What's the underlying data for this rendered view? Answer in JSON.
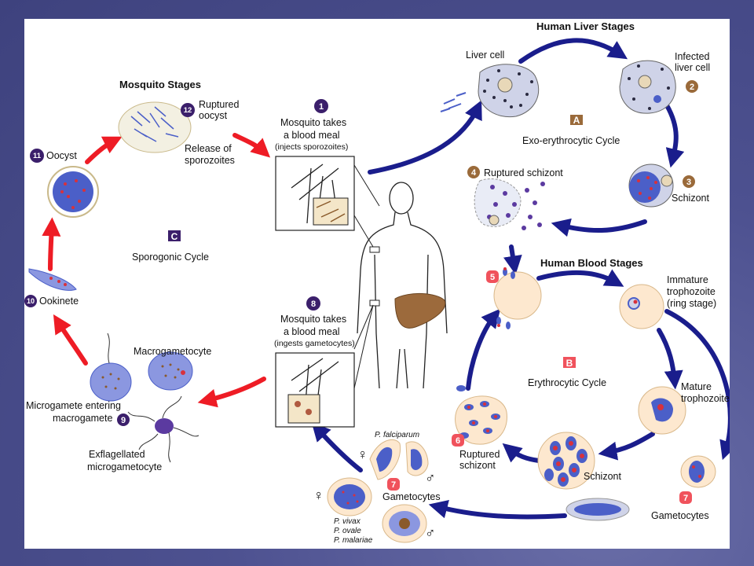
{
  "headings": {
    "mosquito": "Mosquito Stages",
    "liver": "Human Liver Stages",
    "blood": "Human Blood Stages"
  },
  "cycles": {
    "A": {
      "letter": "A",
      "name": "Exo-erythrocytic Cycle"
    },
    "B": {
      "letter": "B",
      "name": "Erythrocytic Cycle"
    },
    "C": {
      "letter": "C",
      "name": "Sporogonic Cycle"
    }
  },
  "steps": {
    "s1": {
      "num": "1",
      "line1": "Mosquito takes",
      "line2": "a blood meal",
      "line3": "(injects sporozoites)"
    },
    "s2": {
      "num": "2",
      "line1": "Infected",
      "line2": "liver cell"
    },
    "s3": {
      "num": "3",
      "label": "Schizont"
    },
    "s4": {
      "num": "4",
      "label": "Ruptured schizont"
    },
    "s5": {
      "num": "5"
    },
    "s6": {
      "num": "6",
      "line1": "Ruptured",
      "line2": "schizont"
    },
    "s7": {
      "num": "7",
      "label": "Gametocytes"
    },
    "s8": {
      "num": "8",
      "line1": "Mosquito takes",
      "line2": "a blood meal",
      "line3": "(ingests gametocytes)"
    },
    "s9": {
      "num": "9",
      "line1": "Microgamete entering",
      "line2": "macrogamete"
    },
    "s10": {
      "num": "10",
      "label": "Ookinete"
    },
    "s11": {
      "num": "11",
      "label": "Oocyst"
    },
    "s12": {
      "num": "12",
      "line1": "Ruptured",
      "line2": "oocyst"
    }
  },
  "labels": {
    "liver_cell": "Liver cell",
    "release1": "Release of",
    "release2": "sporozoites",
    "immature1": "Immature",
    "immature2": "trophozoite",
    "immature3": "(ring stage)",
    "mature1": "Mature",
    "mature2": "trophozoite",
    "schizont_blood": "Schizont",
    "macrogametocyte": "Macrogametocyte",
    "exflag1": "Exflagellated",
    "exflag2": "microgametocyte",
    "p_falciparum": "P. falciparum",
    "p_vivax": "P. vivax",
    "p_ovale": "P. ovale",
    "p_malariae": "P. malariae",
    "female_symbol": "♀",
    "male_symbol": "♂"
  },
  "colors": {
    "human_arrow": "#1a1d8c",
    "mosquito_arrow": "#ee1c25",
    "step_badge_purple": "#3b1f6b",
    "step_badge_brown": "#9a6a3a",
    "step_badge_red": "#f0525c",
    "cycle_badge_A": "#9a6a3a",
    "cycle_badge_B": "#f0525c",
    "cycle_badge_C": "#3b1f6b",
    "rbc": "#fde8cf",
    "parasite_blue": "#4b5fc8",
    "parasite_red": "#d8313c",
    "liver_organ": "#9c6a3c",
    "slide_background": "#4d5190"
  }
}
